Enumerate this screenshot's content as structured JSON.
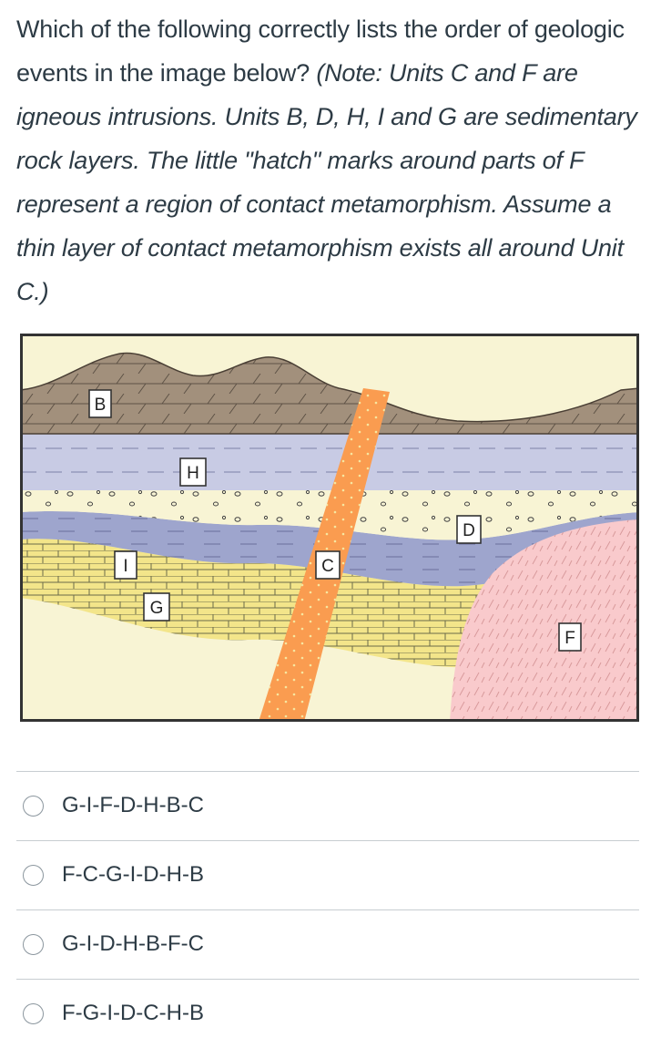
{
  "question": {
    "lead": "Which of the following correctly lists the order of geologic events in the image below?",
    "note": "(Note: Units C and F are igneous intrusions.  Units B, D, H, I and G are sedimentary rock layers.  The little \"hatch\" marks around parts of F represent a region of contact metamorphism. Assume a thin layer of contact metamorphism exists all around Unit C.)"
  },
  "figure": {
    "units": {
      "B": "B",
      "H": "H",
      "D": "D",
      "I": "I",
      "C": "C",
      "G": "G",
      "F": "F"
    },
    "colors": {
      "B": "#a2907c",
      "H": "#c8cbe4",
      "D": "#f8f4d4",
      "I": "#9ea5cd",
      "G": "#f3e58a",
      "base": "#f8f4d4",
      "C": "#fa9c50",
      "F": "#f9cacc"
    }
  },
  "answers": [
    {
      "label": "G-I-F-D-H-B-C"
    },
    {
      "label": "F-C-G-I-D-H-B"
    },
    {
      "label": "G-I-D-H-B-F-C"
    },
    {
      "label": "F-G-I-D-C-H-B"
    }
  ]
}
